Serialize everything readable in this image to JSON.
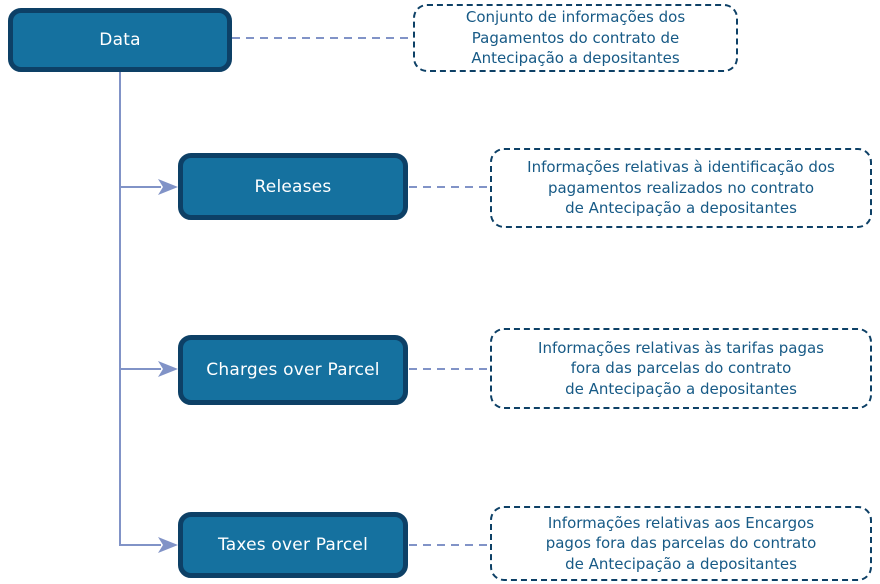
{
  "colors": {
    "node_fill": "#15719F",
    "node_border": "#0D4066",
    "node_text": "#FFFFFF",
    "description_border": "#0D4066",
    "description_text": "#175A86",
    "connector": "#8193C7",
    "background": "#FFFFFF"
  },
  "diagram": {
    "root": {
      "label": "Data",
      "description": "Conjunto de informações dos\nPagamentos do contrato de\nAntecipação a depositantes"
    },
    "children": [
      {
        "label": "Releases",
        "description": "Informações relativas à identificação dos\npagamentos realizados no contrato\nde Antecipação a depositantes"
      },
      {
        "label": "Charges over Parcel",
        "description": "Informações relativas às tarifas pagas\nfora das parcelas do contrato\nde Antecipação a depositantes"
      },
      {
        "label": "Taxes over Parcel",
        "description": "Informações relativas aos Encargos\npagos fora das parcelas do contrato\nde Antecipação a depositantes"
      }
    ]
  }
}
